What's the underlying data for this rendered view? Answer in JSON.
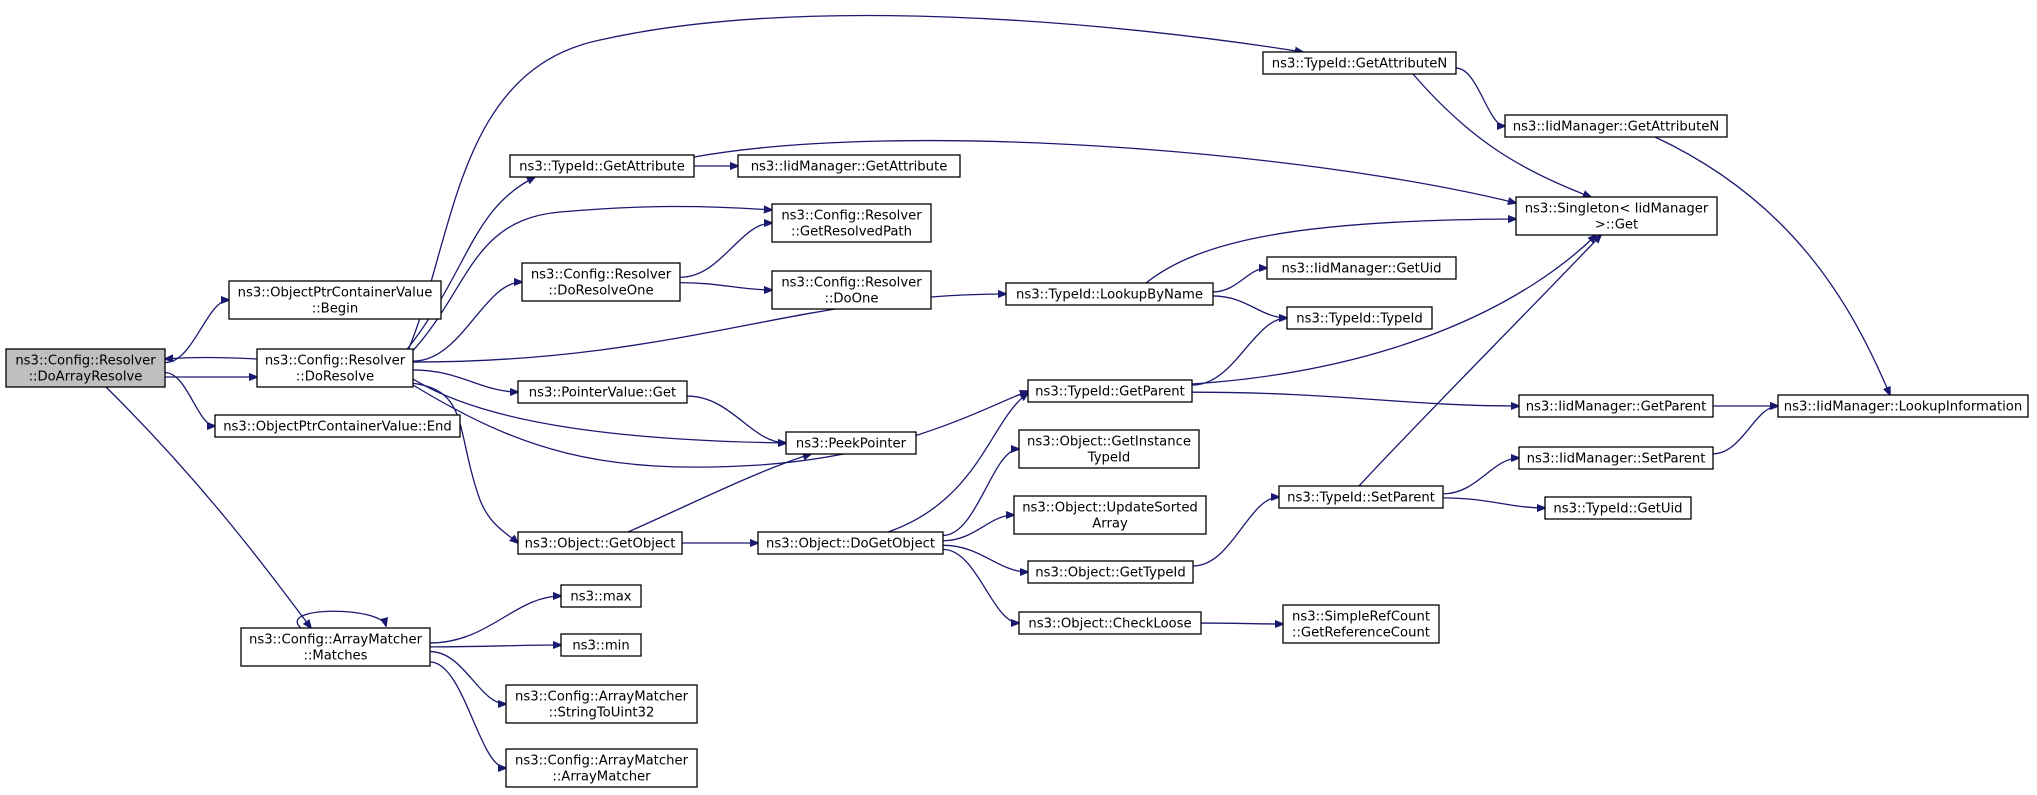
{
  "colors": {
    "edge": "#191970",
    "node_border": "#000000",
    "root_fill": "#bfbfbf",
    "node_fill": "#ffffff"
  },
  "nodes": [
    {
      "id": "doarrayresolve",
      "lines": [
        "ns3::Config::Resolver",
        "::DoArrayResolve"
      ],
      "root": true
    },
    {
      "id": "opcv_begin",
      "lines": [
        "ns3::ObjectPtrContainerValue",
        "::Begin"
      ]
    },
    {
      "id": "doresolve",
      "lines": [
        "ns3::Config::Resolver",
        "::DoResolve"
      ]
    },
    {
      "id": "opcv_end",
      "lines": [
        "ns3::ObjectPtrContainerValue::End"
      ]
    },
    {
      "id": "matches",
      "lines": [
        "ns3::Config::ArrayMatcher",
        "::Matches"
      ]
    },
    {
      "id": "getattribute",
      "lines": [
        "ns3::TypeId::GetAttribute"
      ]
    },
    {
      "id": "doresolveone",
      "lines": [
        "ns3::Config::Resolver",
        "::DoResolveOne"
      ]
    },
    {
      "id": "pointervalue_get",
      "lines": [
        "ns3::PointerValue::Get"
      ]
    },
    {
      "id": "getobject",
      "lines": [
        "ns3::Object::GetObject"
      ]
    },
    {
      "id": "max",
      "lines": [
        "ns3::max"
      ]
    },
    {
      "id": "min",
      "lines": [
        "ns3::min"
      ]
    },
    {
      "id": "stringtouint32",
      "lines": [
        "ns3::Config::ArrayMatcher",
        "::StringToUint32"
      ]
    },
    {
      "id": "arraymatcher",
      "lines": [
        "ns3::Config::ArrayMatcher",
        "::ArrayMatcher"
      ]
    },
    {
      "id": "iid_getattribute",
      "lines": [
        "ns3::IidManager::GetAttribute"
      ]
    },
    {
      "id": "getresolvedpath",
      "lines": [
        "ns3::Config::Resolver",
        "::GetResolvedPath"
      ]
    },
    {
      "id": "doone",
      "lines": [
        "ns3::Config::Resolver",
        "::DoOne"
      ]
    },
    {
      "id": "peekpointer",
      "lines": [
        "ns3::PeekPointer"
      ]
    },
    {
      "id": "dogetobject",
      "lines": [
        "ns3::Object::DoGetObject"
      ]
    },
    {
      "id": "lookupbyname",
      "lines": [
        "ns3::TypeId::LookupByName"
      ]
    },
    {
      "id": "typeid_getparent",
      "lines": [
        "ns3::TypeId::GetParent"
      ]
    },
    {
      "id": "getinstancetypeid",
      "lines": [
        "ns3::Object::GetInstance",
        "TypeId"
      ]
    },
    {
      "id": "updatesortedarray",
      "lines": [
        "ns3::Object::UpdateSorted",
        "Array"
      ]
    },
    {
      "id": "gettypeid",
      "lines": [
        "ns3::Object::GetTypeId"
      ]
    },
    {
      "id": "checkloose",
      "lines": [
        "ns3::Object::CheckLoose"
      ]
    },
    {
      "id": "getattributen",
      "lines": [
        "ns3::TypeId::GetAttributeN"
      ]
    },
    {
      "id": "iid_getattributen",
      "lines": [
        "ns3::IidManager::GetAttributeN"
      ]
    },
    {
      "id": "singleton_get",
      "lines": [
        "ns3::Singleton< IidManager",
        ">::Get"
      ]
    },
    {
      "id": "iid_getuid",
      "lines": [
        "ns3::IidManager::GetUid"
      ]
    },
    {
      "id": "typeid_typeid",
      "lines": [
        "ns3::TypeId::TypeId"
      ]
    },
    {
      "id": "setparent",
      "lines": [
        "ns3::TypeId::SetParent"
      ]
    },
    {
      "id": "getreferencecount",
      "lines": [
        "ns3::SimpleRefCount",
        "::GetReferenceCount"
      ]
    },
    {
      "id": "iid_getparent",
      "lines": [
        "ns3::IidManager::GetParent"
      ]
    },
    {
      "id": "iid_setparent",
      "lines": [
        "ns3::IidManager::SetParent"
      ]
    },
    {
      "id": "typeid_getuid",
      "lines": [
        "ns3::TypeId::GetUid"
      ]
    },
    {
      "id": "lookupinformation",
      "lines": [
        "ns3::IidManager::LookupInformation"
      ]
    }
  ],
  "edges": [
    [
      "doarrayresolve",
      "opcv_begin"
    ],
    [
      "doarrayresolve",
      "doresolve"
    ],
    [
      "doarrayresolve",
      "opcv_end"
    ],
    [
      "doarrayresolve",
      "matches"
    ],
    [
      "doresolve",
      "doarrayresolve"
    ],
    [
      "doresolve",
      "getattribute"
    ],
    [
      "doresolve",
      "doresolveone"
    ],
    [
      "doresolve",
      "getresolvedpath"
    ],
    [
      "doresolve",
      "getattributen"
    ],
    [
      "doresolve",
      "lookupbyname"
    ],
    [
      "doresolve",
      "pointervalue_get"
    ],
    [
      "doresolve",
      "peekpointer"
    ],
    [
      "doresolve",
      "getobject"
    ],
    [
      "doresolve",
      "typeid_getparent"
    ],
    [
      "matches",
      "matches"
    ],
    [
      "matches",
      "max"
    ],
    [
      "matches",
      "min"
    ],
    [
      "matches",
      "stringtouint32"
    ],
    [
      "matches",
      "arraymatcher"
    ],
    [
      "getattribute",
      "iid_getattribute"
    ],
    [
      "getattribute",
      "singleton_get"
    ],
    [
      "doresolveone",
      "getresolvedpath"
    ],
    [
      "doresolveone",
      "doone"
    ],
    [
      "pointervalue_get",
      "peekpointer"
    ],
    [
      "getobject",
      "peekpointer"
    ],
    [
      "getobject",
      "dogetobject"
    ],
    [
      "dogetobject",
      "typeid_getparent"
    ],
    [
      "dogetobject",
      "getinstancetypeid"
    ],
    [
      "dogetobject",
      "updatesortedarray"
    ],
    [
      "dogetobject",
      "gettypeid"
    ],
    [
      "dogetobject",
      "checkloose"
    ],
    [
      "lookupbyname",
      "singleton_get"
    ],
    [
      "lookupbyname",
      "iid_getuid"
    ],
    [
      "lookupbyname",
      "typeid_typeid"
    ],
    [
      "typeid_getparent",
      "typeid_typeid"
    ],
    [
      "typeid_getparent",
      "singleton_get"
    ],
    [
      "typeid_getparent",
      "iid_getparent"
    ],
    [
      "gettypeid",
      "setparent"
    ],
    [
      "checkloose",
      "getreferencecount"
    ],
    [
      "getattributen",
      "iid_getattributen"
    ],
    [
      "getattributen",
      "singleton_get"
    ],
    [
      "iid_getattributen",
      "lookupinformation"
    ],
    [
      "setparent",
      "singleton_get"
    ],
    [
      "setparent",
      "iid_setparent"
    ],
    [
      "setparent",
      "typeid_getuid"
    ],
    [
      "iid_getparent",
      "lookupinformation"
    ],
    [
      "iid_setparent",
      "lookupinformation"
    ]
  ]
}
